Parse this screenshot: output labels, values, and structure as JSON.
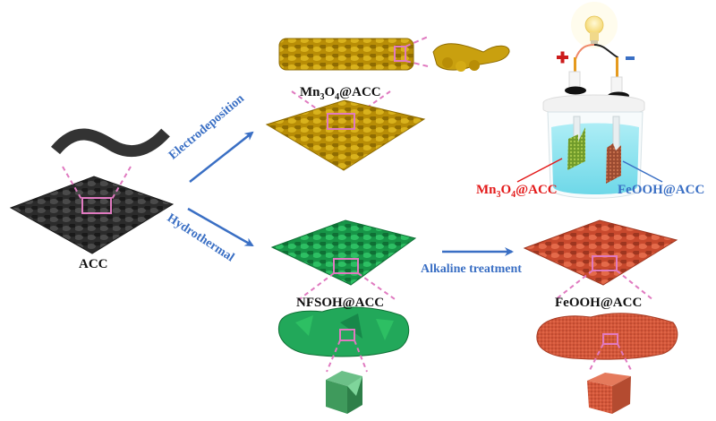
{
  "labels": {
    "acc": "ACC",
    "mn3o4": {
      "base1": "Mn",
      "sub1": "3",
      "base2": "O",
      "sub2": "4",
      "tail": "@ACC"
    },
    "nfsoh": "NFSOH@ACC",
    "feooh": "FeOOH@ACC",
    "electrodeposition": "Electrodeposition",
    "hydrothermal": "Hydrothermal",
    "alkaline": "Alkaline treatment",
    "device_mn3o4": {
      "base1": "Mn",
      "sub1": "3",
      "base2": "O",
      "sub2": "4",
      "tail": "@ACC"
    },
    "device_feooh": "FeOOH@ACC"
  },
  "icons": {
    "plus": "plus-sign",
    "minus": "minus-sign",
    "bulb": "light-bulb"
  },
  "colors": {
    "arrow": "#3a6fc4",
    "pink": "#e07ac0",
    "acc": "#2e2e2e",
    "mn3o4": "#c9a00f",
    "nfsoh": "#1faa55",
    "feooh": "#d8583a",
    "electrolyte": "#7fe0ef",
    "red_label": "#e31a1a",
    "blue_label": "#3a6fc4"
  }
}
